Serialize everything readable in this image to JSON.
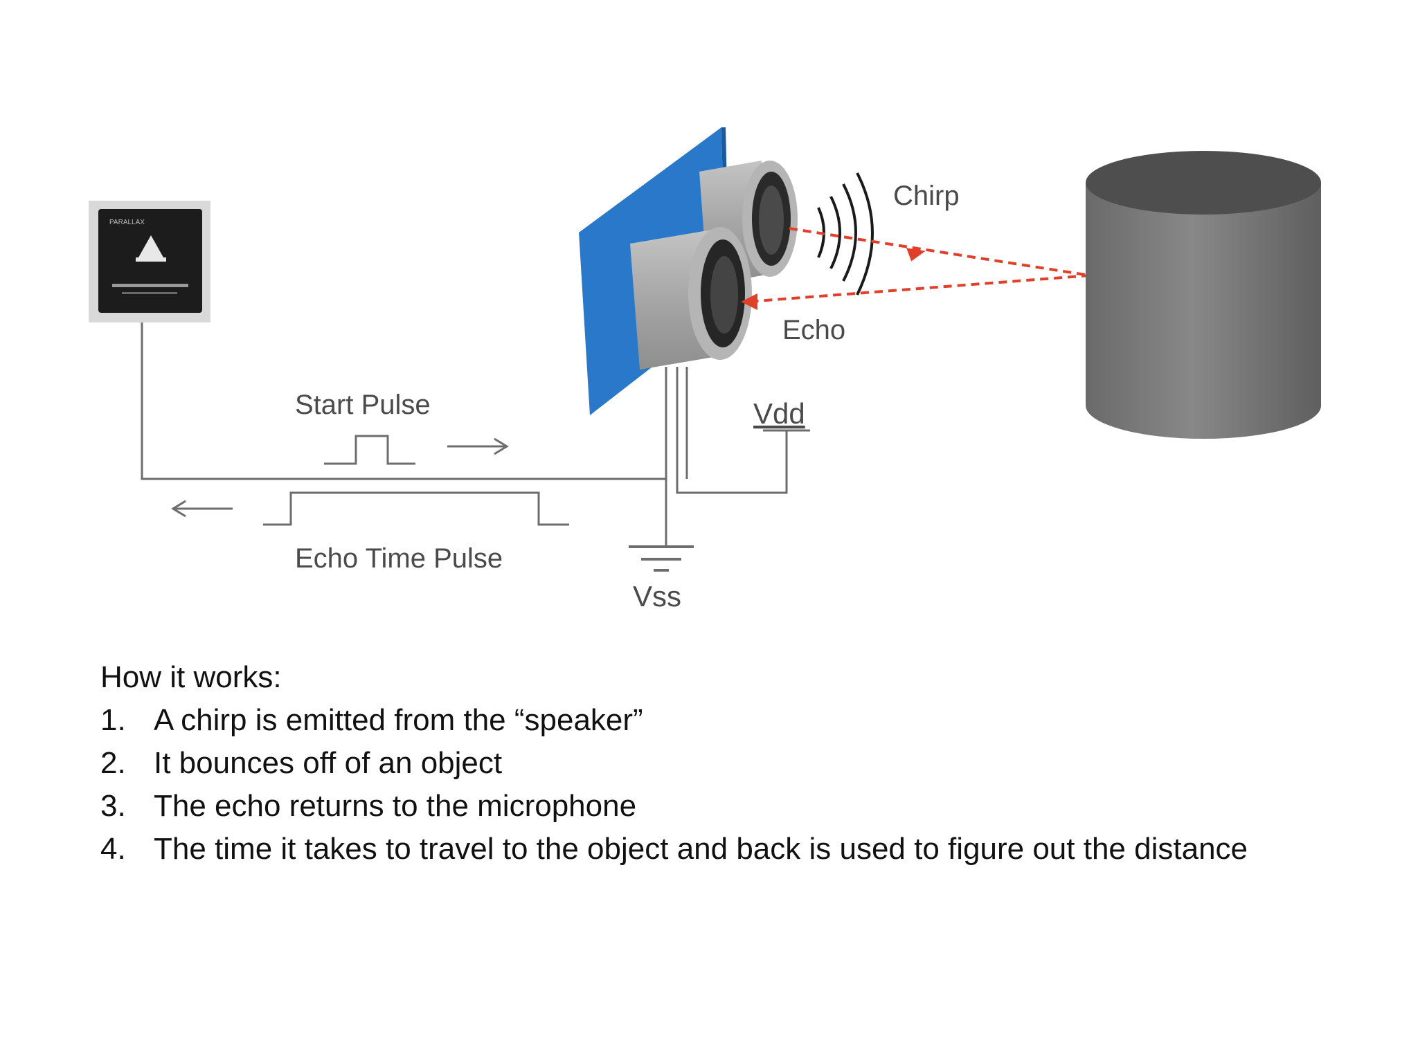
{
  "diagram": {
    "labels": {
      "chirp": "Chirp",
      "echo": "Echo",
      "start_pulse": "Start Pulse",
      "echo_time_pulse": "Echo Time Pulse",
      "vdd": "Vdd",
      "vss": "Vss"
    },
    "colors": {
      "sensor_board": "#2a78c9",
      "transducer": "#a9a9a9",
      "object": "#7a7a7a",
      "object_top": "#4e4e4e",
      "signal_path": "#e0402a",
      "wire": "#6d6d6d",
      "chip": "#1c1c1c"
    }
  },
  "explanation": {
    "heading": "How it works:",
    "steps": [
      {
        "num": "1.",
        "text": "A chirp is emitted from the “speaker”"
      },
      {
        "num": "2.",
        "text": "It bounces off of an object"
      },
      {
        "num": "3.",
        "text": "The echo returns to the microphone"
      },
      {
        "num": "4.",
        "text": "The time it takes to travel to the object and back is used to figure out the distance"
      }
    ]
  }
}
